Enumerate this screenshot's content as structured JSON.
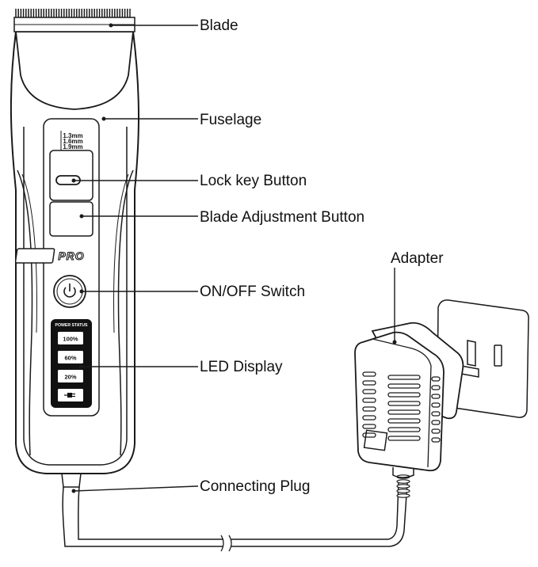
{
  "labels": {
    "blade": "Blade",
    "fuselage": "Fuselage",
    "lock_key_button": "Lock key Button",
    "blade_adjustment_button": "Blade Adjustment Button",
    "adapter": "Adapter",
    "on_off_switch": "ON/OFF Switch",
    "led_display": "LED Display",
    "connecting_plug": "Connecting Plug"
  },
  "blade_scale": [
    "1.3mm",
    "1.6mm",
    "1.9mm"
  ],
  "logo_text": "PRO",
  "led_panel": {
    "title": "POWER STATUS",
    "levels": [
      "100%",
      "60%",
      "20%"
    ]
  },
  "colors": {
    "line": "#1a1a1a",
    "panel": "#111111",
    "background": "#ffffff"
  }
}
